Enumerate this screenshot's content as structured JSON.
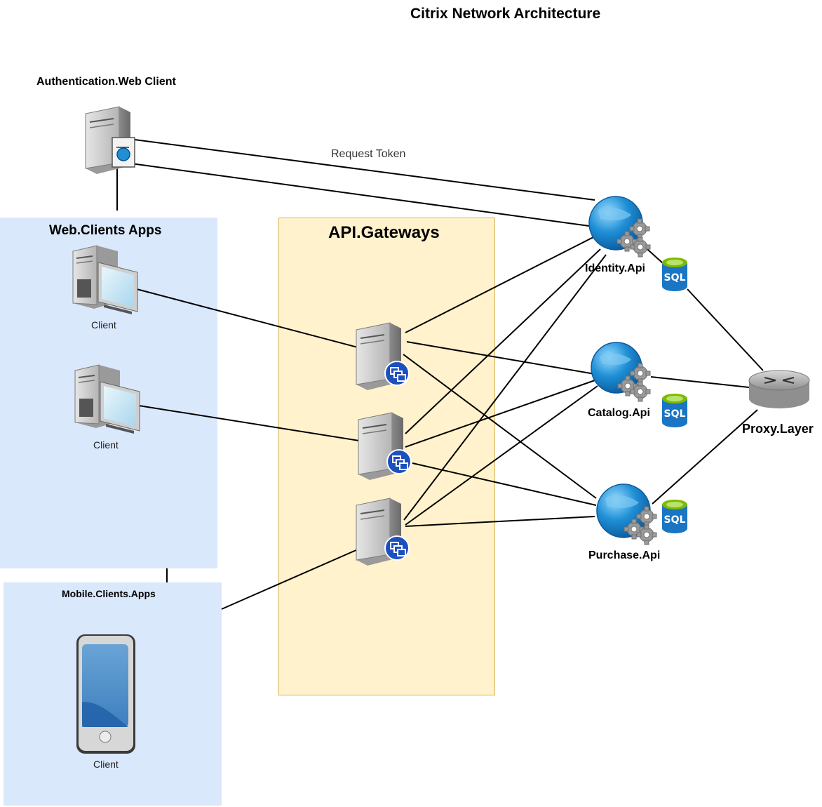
{
  "diagram": {
    "title": "Citrix Network Architecture",
    "auth": {
      "label": "Authentication.Web Client"
    },
    "edge_labels": {
      "request_token": "Request Token"
    },
    "panels": {
      "web_clients": "Web.Clients Apps",
      "api_gateways": "API.Gateways",
      "mobile_clients": "Mobile.Clients.Apps"
    },
    "clients": [
      {
        "label": "Client"
      },
      {
        "label": "Client"
      },
      {
        "label": "Client"
      }
    ],
    "services": [
      {
        "label": "Identity.Api",
        "db": "SQL"
      },
      {
        "label": "Catalog.Api",
        "db": "SQL"
      },
      {
        "label": "Purchase.Api",
        "db": "SQL"
      }
    ],
    "proxy": {
      "label": "Proxy.Layer"
    },
    "colors": {
      "client_panel": "#dae8fc",
      "gateway_panel": "#fff2cc",
      "gateway_border": "#d6b656",
      "globe": "#1f8fd6",
      "sql": "#1a75c4",
      "sql_top": "#7fba00"
    }
  }
}
